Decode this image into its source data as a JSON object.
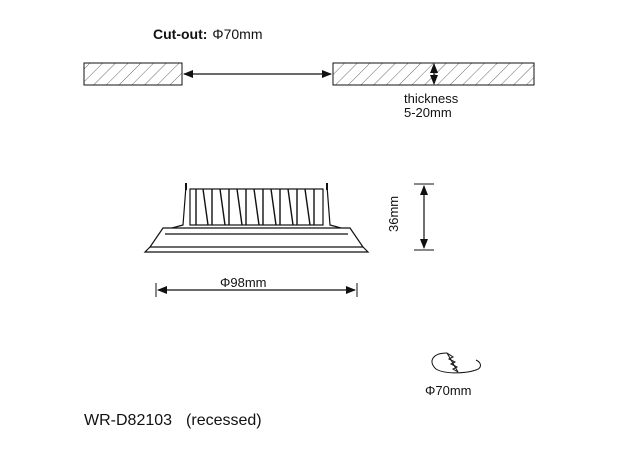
{
  "cutout": {
    "label": "Cut-out:",
    "value": "Φ70mm"
  },
  "ceiling": {
    "thickness_label": "thickness",
    "thickness_range": "5-20mm"
  },
  "fixture": {
    "height": "36mm",
    "outer_diameter": "Φ98mm"
  },
  "hole_saw": {
    "diameter": "Φ70mm"
  },
  "product": {
    "model": "WR-D82103",
    "mounting": "(recessed)"
  },
  "colors": {
    "ink": "#111111",
    "hatch": "#333333",
    "background": "#ffffff"
  },
  "icons": [
    "ceiling-panel-hatched",
    "dimension-arrow",
    "downlight-side-view",
    "hole-saw-icon"
  ]
}
